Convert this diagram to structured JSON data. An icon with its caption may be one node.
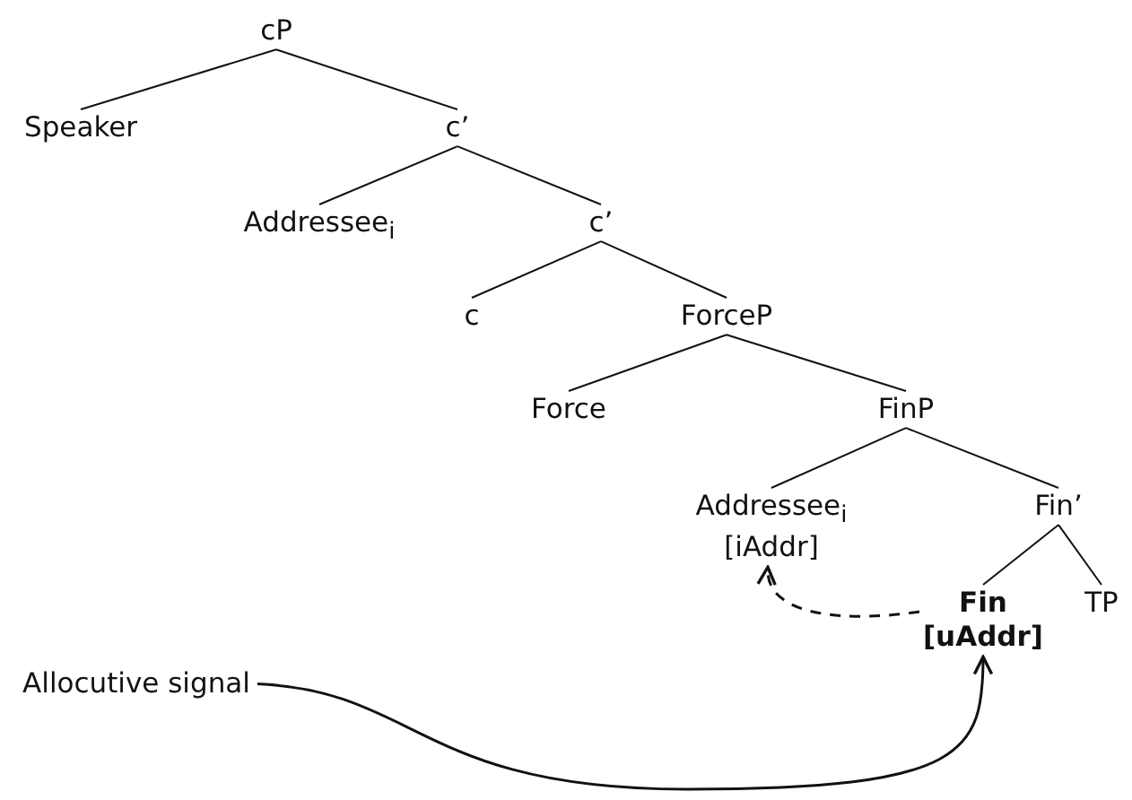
{
  "diagram": {
    "nodes": [
      {
        "text": [
          "cP"
        ]
      },
      {
        "text": [
          "Speaker"
        ]
      },
      {
        "text": [
          "c’"
        ]
      },
      {
        "text": [
          "Addressee$_{i}$"
        ]
      },
      {
        "text": [
          "c’"
        ]
      },
      {
        "text": [
          "c"
        ]
      },
      {
        "text": [
          "ForceP"
        ]
      },
      {
        "text": [
          "Force"
        ]
      },
      {
        "text": [
          "FinP"
        ]
      },
      {
        "text": [
          "Addressee$_{i}$",
          "[iAddr]"
        ]
      },
      {
        "text": [
          "Fin’"
        ]
      },
      {
        "text": [
          "Fin",
          "[uAddr]"
        ]
      },
      {
        "text": [
          "TP"
        ]
      },
      {
        "text": [
          "Allocutive signal"
        ]
      }
    ],
    "edges": [
      {
        "from": 0,
        "to": 1,
        "arrow": "none"
      },
      {
        "from": 0,
        "to": 2,
        "arrow": "none"
      },
      {
        "from": 2,
        "to": 3,
        "arrow": "none"
      },
      {
        "from": 2,
        "to": 4,
        "arrow": "none"
      },
      {
        "from": 4,
        "to": 5,
        "arrow": "none"
      },
      {
        "from": 4,
        "to": 6,
        "arrow": "none"
      },
      {
        "from": 6,
        "to": 7,
        "arrow": "none"
      },
      {
        "from": 6,
        "to": 8,
        "arrow": "none"
      },
      {
        "from": 8,
        "to": 9,
        "arrow": "none"
      },
      {
        "from": 8,
        "to": 10,
        "arrow": "none"
      },
      {
        "from": 10,
        "to": 11,
        "arrow": "none"
      },
      {
        "from": 10,
        "to": 12,
        "arrow": "none"
      },
      {
        "from": 11,
        "to": 9,
        "arrow": "to",
        "style": "dashed"
      },
      {
        "from": 13,
        "to": 11,
        "arrow": "to"
      }
    ]
  }
}
